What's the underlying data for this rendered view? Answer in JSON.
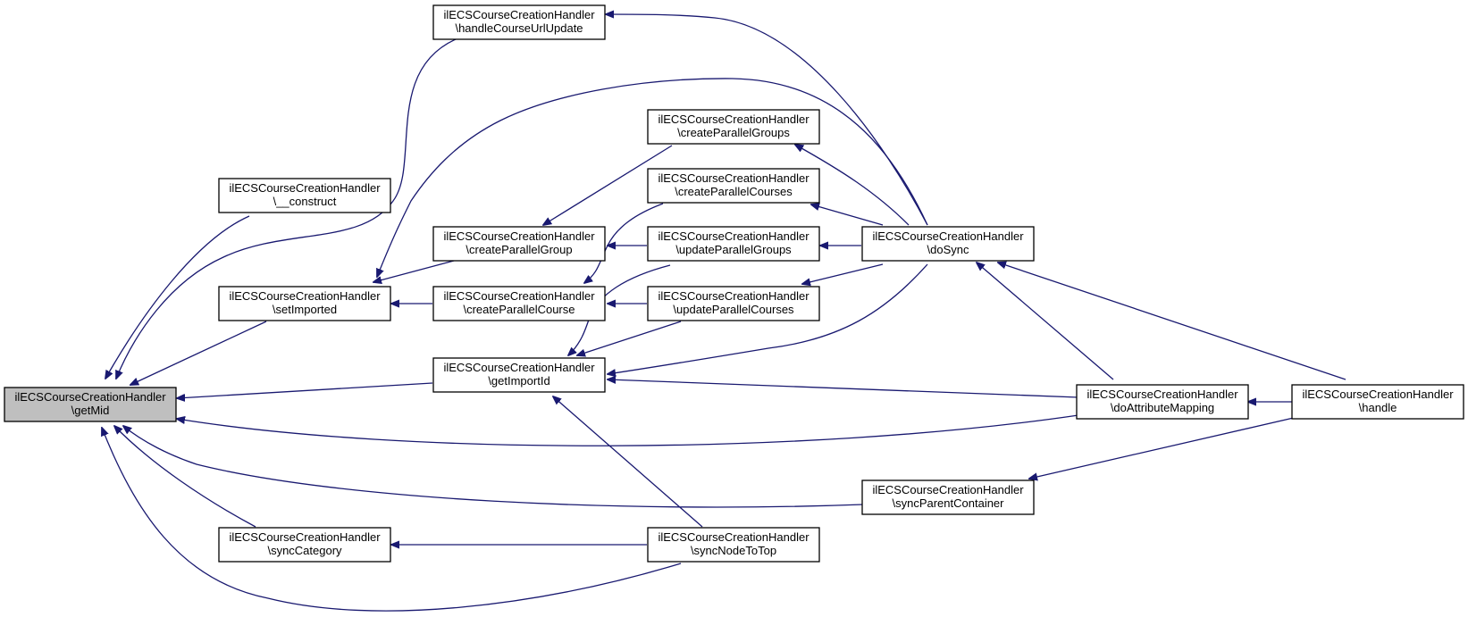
{
  "colors": {
    "edge": "#191970",
    "node_fill": "#ffffff",
    "highlight_fill": "#bfbfbf",
    "border": "#000000"
  },
  "nodes": [
    {
      "id": "getMid",
      "line1": "ilECSCourseCreationHandler",
      "line2": "\\getMid",
      "highlight": true
    },
    {
      "id": "construct",
      "line1": "ilECSCourseCreationHandler",
      "line2": "\\__construct"
    },
    {
      "id": "setImported",
      "line1": "ilECSCourseCreationHandler",
      "line2": "\\setImported"
    },
    {
      "id": "syncCategory",
      "line1": "ilECSCourseCreationHandler",
      "line2": "\\syncCategory"
    },
    {
      "id": "handleCourseUrlUpdate",
      "line1": "ilECSCourseCreationHandler",
      "line2": "\\handleCourseUrlUpdate"
    },
    {
      "id": "createParallelGroup",
      "line1": "ilECSCourseCreationHandler",
      "line2": "\\createParallelGroup"
    },
    {
      "id": "createParallelCourse",
      "line1": "ilECSCourseCreationHandler",
      "line2": "\\createParallelCourse"
    },
    {
      "id": "getImportId",
      "line1": "ilECSCourseCreationHandler",
      "line2": "\\getImportId"
    },
    {
      "id": "createParallelGroups",
      "line1": "ilECSCourseCreationHandler",
      "line2": "\\createParallelGroups"
    },
    {
      "id": "createParallelCourses",
      "line1": "ilECSCourseCreationHandler",
      "line2": "\\createParallelCourses"
    },
    {
      "id": "updateParallelGroups",
      "line1": "ilECSCourseCreationHandler",
      "line2": "\\updateParallelGroups"
    },
    {
      "id": "updateParallelCourses",
      "line1": "ilECSCourseCreationHandler",
      "line2": "\\updateParallelCourses"
    },
    {
      "id": "syncNodeToTop",
      "line1": "ilECSCourseCreationHandler",
      "line2": "\\syncNodeToTop"
    },
    {
      "id": "doSync",
      "line1": "ilECSCourseCreationHandler",
      "line2": "\\doSync"
    },
    {
      "id": "syncParentContainer",
      "line1": "ilECSCourseCreationHandler",
      "line2": "\\syncParentContainer"
    },
    {
      "id": "doAttributeMapping",
      "line1": "ilECSCourseCreationHandler",
      "line2": "\\doAttributeMapping"
    },
    {
      "id": "handle",
      "line1": "ilECSCourseCreationHandler",
      "line2": "\\handle"
    }
  ],
  "edges": [
    {
      "from": "construct",
      "to": "getMid"
    },
    {
      "from": "handleCourseUrlUpdate",
      "to": "getMid"
    },
    {
      "from": "setImported",
      "to": "getMid"
    },
    {
      "from": "getImportId",
      "to": "getMid"
    },
    {
      "from": "doAttributeMapping",
      "to": "getMid"
    },
    {
      "from": "syncParentContainer",
      "to": "getMid"
    },
    {
      "from": "syncCategory",
      "to": "getMid"
    },
    {
      "from": "syncNodeToTop",
      "to": "getMid"
    },
    {
      "from": "doSync",
      "to": "handleCourseUrlUpdate"
    },
    {
      "from": "doSync",
      "to": "setImported"
    },
    {
      "from": "createParallelGroup",
      "to": "setImported"
    },
    {
      "from": "createParallelCourse",
      "to": "setImported"
    },
    {
      "from": "createParallelGroups",
      "to": "createParallelGroup"
    },
    {
      "from": "updateParallelGroups",
      "to": "createParallelGroup"
    },
    {
      "from": "createParallelCourses",
      "to": "createParallelCourse"
    },
    {
      "from": "updateParallelCourses",
      "to": "createParallelCourse"
    },
    {
      "from": "doSync",
      "to": "createParallelGroups"
    },
    {
      "from": "doSync",
      "to": "createParallelCourses"
    },
    {
      "from": "doSync",
      "to": "updateParallelGroups"
    },
    {
      "from": "doSync",
      "to": "updateParallelCourses"
    },
    {
      "from": "updateParallelGroups",
      "to": "getImportId"
    },
    {
      "from": "updateParallelCourses",
      "to": "getImportId"
    },
    {
      "from": "doSync",
      "to": "getImportId"
    },
    {
      "from": "doAttributeMapping",
      "to": "getImportId"
    },
    {
      "from": "syncNodeToTop",
      "to": "getImportId"
    },
    {
      "from": "syncNodeToTop",
      "to": "syncCategory"
    },
    {
      "from": "doAttributeMapping",
      "to": "doSync"
    },
    {
      "from": "handle",
      "to": "doSync"
    },
    {
      "from": "handle",
      "to": "doAttributeMapping"
    },
    {
      "from": "handle",
      "to": "syncParentContainer"
    }
  ]
}
